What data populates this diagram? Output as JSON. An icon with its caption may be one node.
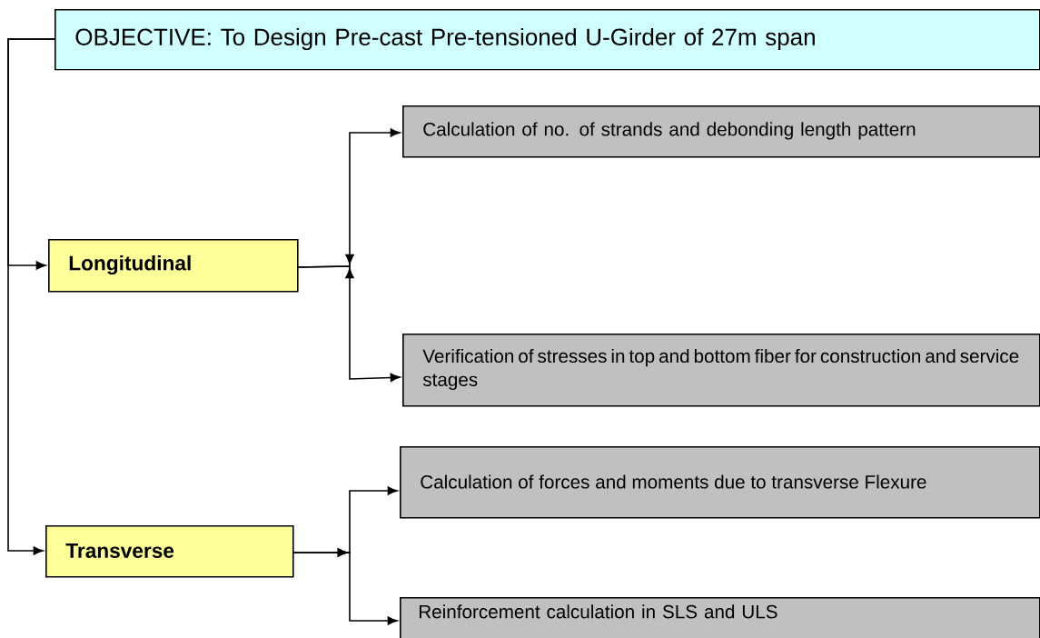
{
  "diagram": {
    "nodes": [
      {
        "text": [
          "OBJECTIVE: To Design Pre-cast Pre-tensioned U-Girder of 27m span"
        ]
      },
      {
        "text": [
          "Longitudinal"
        ]
      },
      {
        "text": [
          "Calculation of no. of strands and debonding length pattern"
        ]
      },
      {
        "text": [
          "Verification of stresses in top and bottom fiber for construction and service stages"
        ]
      },
      {
        "text": [
          "Transverse"
        ]
      },
      {
        "text": [
          "Calculation of forces and moments due to transverse Flexure"
        ]
      },
      {
        "text": [
          "Reinforcement calculation in SLS and ULS"
        ]
      }
    ],
    "edges": [
      {
        "from": 0,
        "to": 1,
        "arrow": "to"
      },
      {
        "from": 0,
        "to": 4,
        "arrow": "to"
      },
      {
        "from": 1,
        "to": 2,
        "arrow": "to"
      },
      {
        "from": 1,
        "to": 3,
        "arrow": "to"
      },
      {
        "from": 4,
        "to": 5,
        "arrow": "to"
      },
      {
        "from": 4,
        "to": 6,
        "arrow": "to"
      }
    ]
  }
}
